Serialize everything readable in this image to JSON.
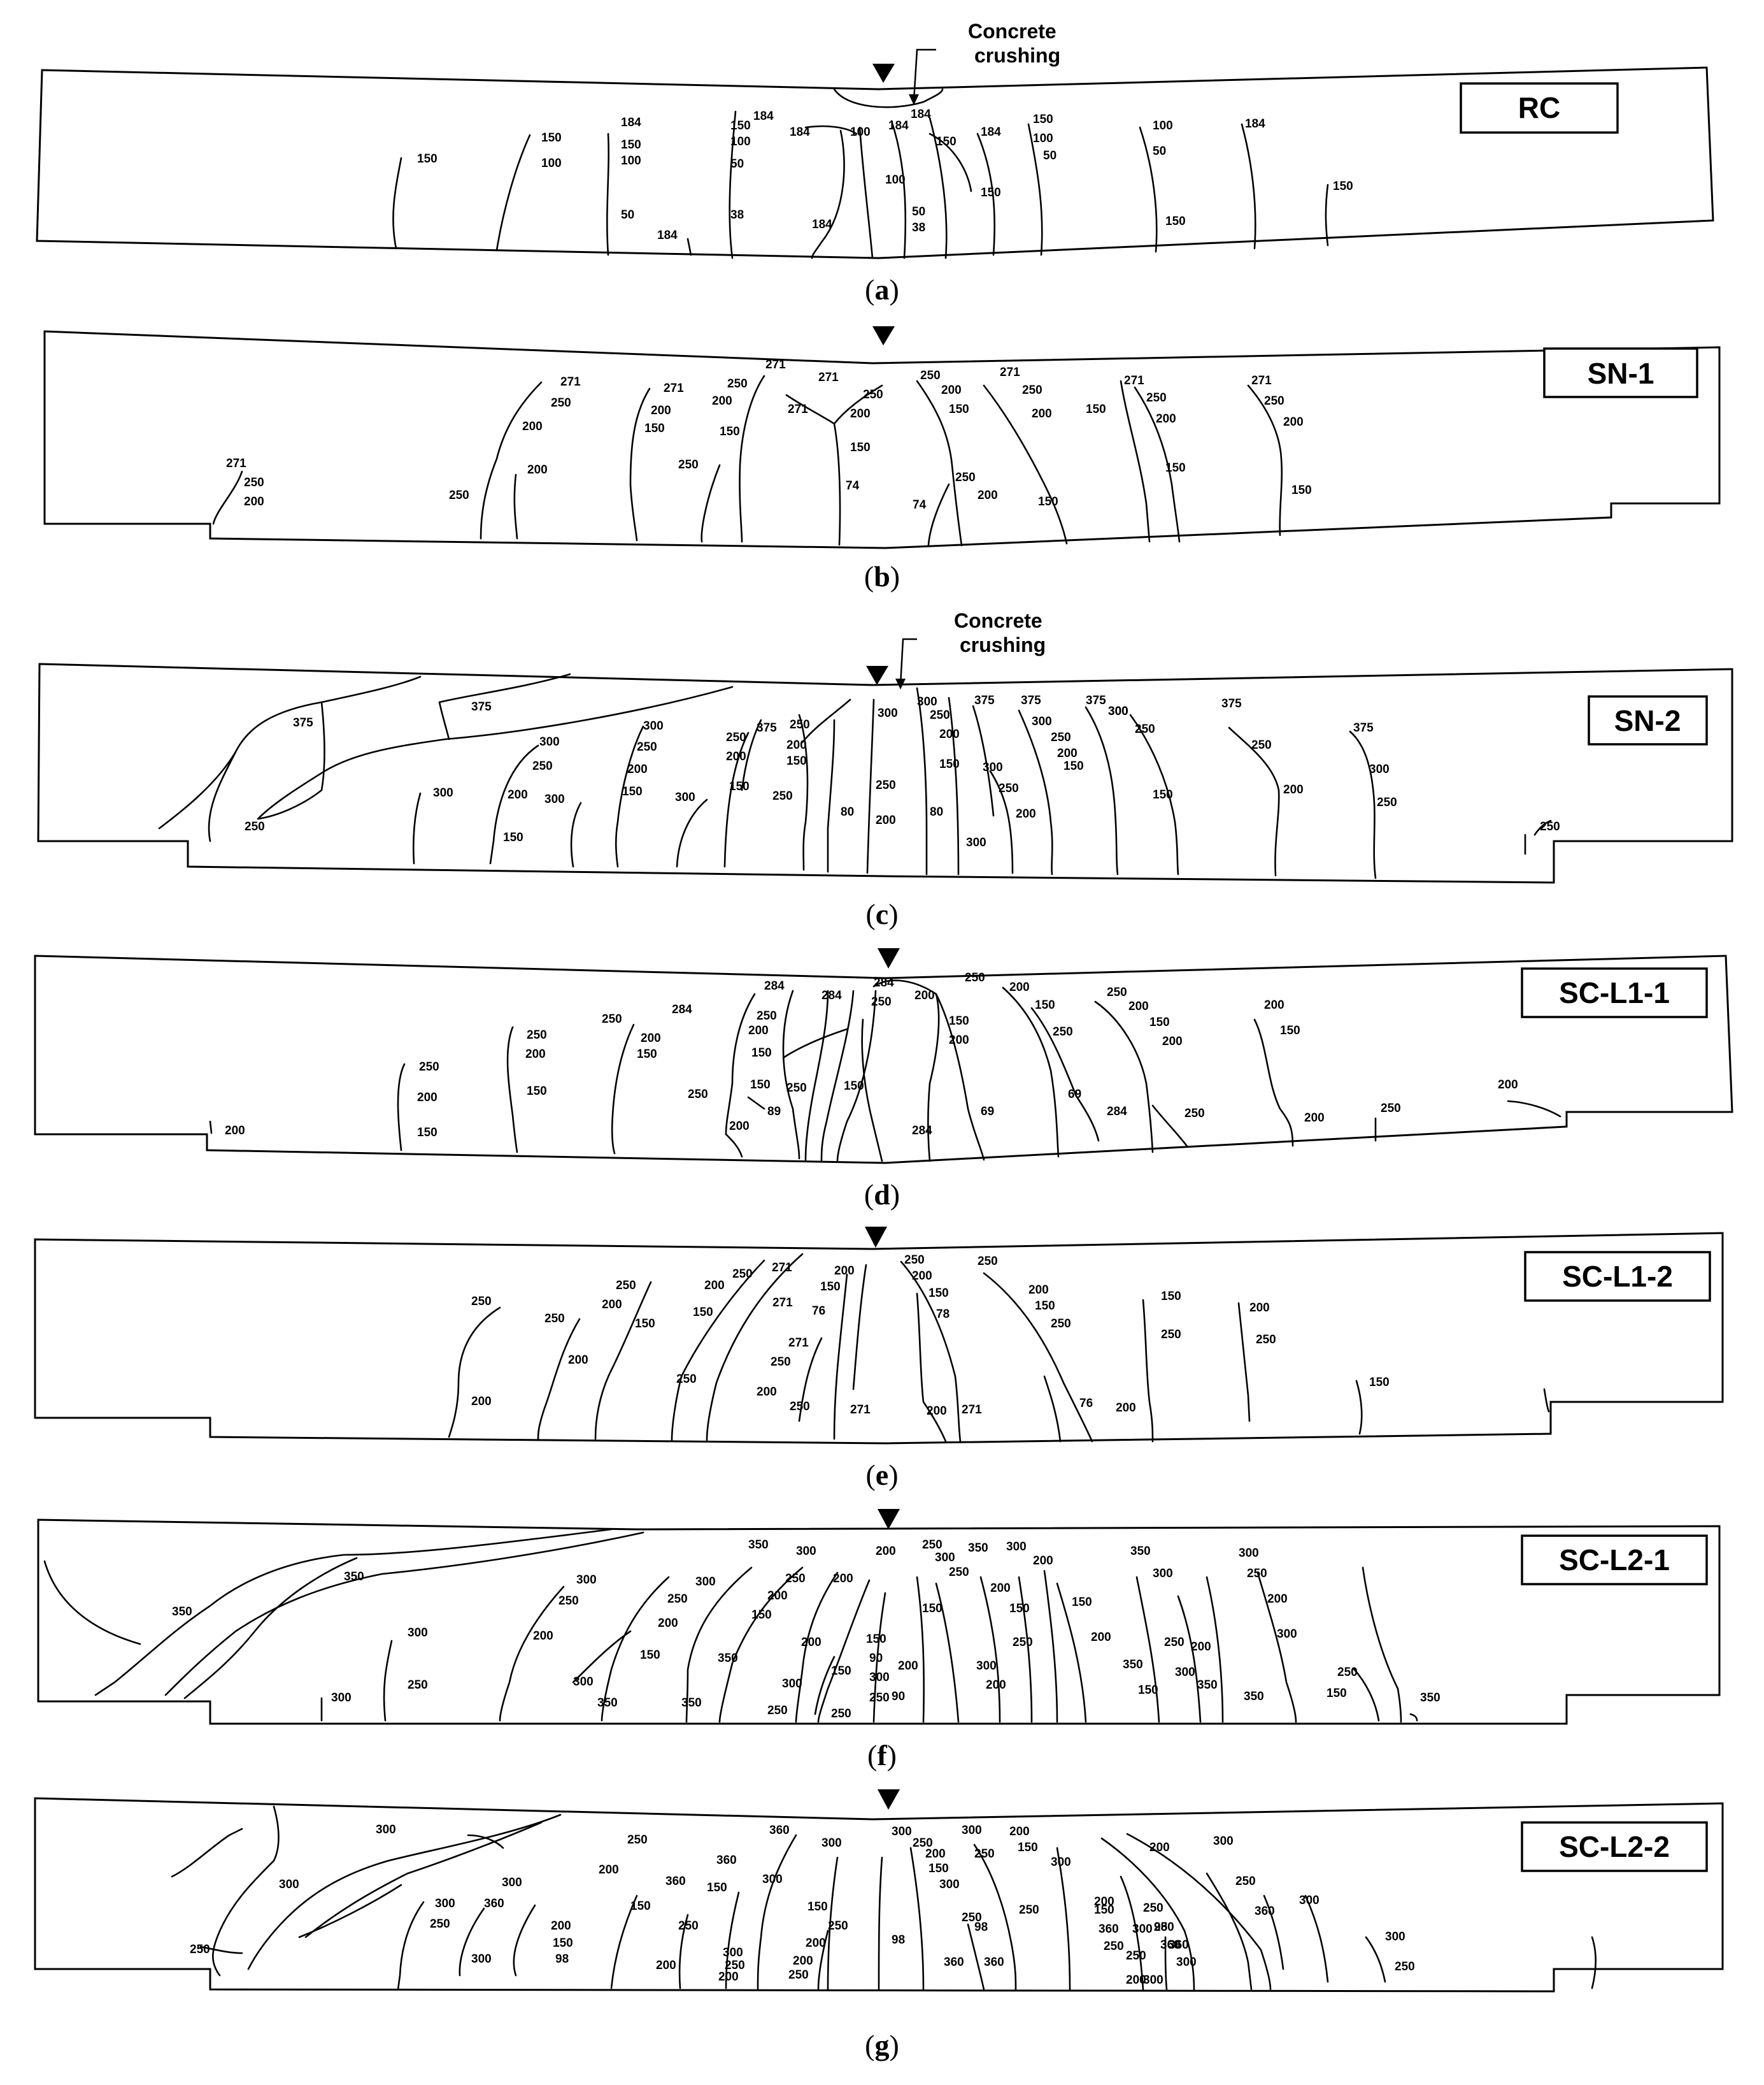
{
  "annotations": {
    "crushing_line1": "Concrete",
    "crushing_line2": "crushing"
  },
  "panels": [
    {
      "id": "a",
      "label": "a",
      "specimen": "RC",
      "crushing": true,
      "loads": [
        "150",
        "150",
        "100",
        "184",
        "150",
        "100",
        "50",
        "184",
        "150",
        "100",
        "50",
        "38",
        "184",
        "184",
        "100",
        "184",
        "150",
        "100",
        "50",
        "38",
        "184",
        "184",
        "150",
        "100",
        "50",
        "184",
        "150",
        "100",
        "50",
        "150",
        "184",
        "150"
      ]
    },
    {
      "id": "b",
      "label": "b",
      "specimen": "SN-1",
      "crushing": false,
      "loads": [
        "271",
        "250",
        "200",
        "271",
        "250",
        "200",
        "250",
        "200",
        "271",
        "200",
        "150",
        "250",
        "250",
        "200",
        "150",
        "271",
        "271",
        "271",
        "250",
        "200",
        "150",
        "74",
        "250",
        "200",
        "150",
        "74",
        "250",
        "200",
        "271",
        "250",
        "200",
        "150",
        "150",
        "271",
        "250",
        "200",
        "150",
        "271",
        "250",
        "200",
        "150"
      ]
    },
    {
      "id": "c",
      "label": "c",
      "specimen": "SN-2",
      "crushing": true,
      "loads": [
        "375",
        "375",
        "250",
        "300",
        "300",
        "250",
        "200",
        "150",
        "300",
        "300",
        "250",
        "200",
        "150",
        "300",
        "250",
        "200",
        "150",
        "375",
        "250",
        "200",
        "150",
        "250",
        "80",
        "300",
        "250",
        "200",
        "300",
        "250",
        "200",
        "150",
        "80",
        "375",
        "300",
        "250",
        "200",
        "300",
        "375",
        "300",
        "250",
        "200",
        "150",
        "300",
        "375",
        "300",
        "250",
        "150",
        "375",
        "250",
        "200",
        "375",
        "300",
        "250",
        "250"
      ]
    },
    {
      "id": "d",
      "label": "d",
      "specimen": "SC-L1-1",
      "crushing": false,
      "loads": [
        "200",
        "250",
        "200",
        "150",
        "250",
        "200",
        "150",
        "250",
        "284",
        "200",
        "150",
        "284",
        "250",
        "200",
        "150",
        "250",
        "150",
        "89",
        "200",
        "284",
        "250",
        "150",
        "284",
        "250",
        "200",
        "150",
        "200",
        "69",
        "284",
        "250",
        "200",
        "150",
        "250",
        "69",
        "284",
        "250",
        "200",
        "150",
        "200",
        "250",
        "200",
        "150",
        "200",
        "250",
        "200"
      ]
    },
    {
      "id": "e",
      "label": "e",
      "specimen": "SC-L1-2",
      "crushing": false,
      "loads": [
        "250",
        "200",
        "250",
        "200",
        "250",
        "200",
        "150",
        "250",
        "200",
        "150",
        "250",
        "271",
        "271",
        "271",
        "250",
        "200",
        "250",
        "200",
        "150",
        "76",
        "271",
        "250",
        "200",
        "150",
        "78",
        "200",
        "271",
        "250",
        "200",
        "150",
        "250",
        "76",
        "200",
        "150",
        "250",
        "200",
        "250",
        "150"
      ]
    },
    {
      "id": "f",
      "label": "f",
      "specimen": "SC-L2-1",
      "crushing": false,
      "loads": [
        "350",
        "350",
        "300",
        "300",
        "250",
        "300",
        "250",
        "200",
        "300",
        "300",
        "250",
        "200",
        "150",
        "350",
        "350",
        "300",
        "250",
        "200",
        "150",
        "350",
        "350",
        "300",
        "250",
        "200",
        "150",
        "250",
        "200",
        "200",
        "150",
        "90",
        "300",
        "250",
        "200",
        "90",
        "150",
        "250",
        "300",
        "250",
        "200",
        "150",
        "300",
        "200",
        "350",
        "300",
        "200",
        "150",
        "250",
        "200",
        "350",
        "350",
        "300",
        "250",
        "200",
        "150",
        "300",
        "350",
        "300",
        "250",
        "200",
        "300",
        "350",
        "250",
        "150",
        "350"
      ]
    },
    {
      "id": "g",
      "label": "g",
      "specimen": "SC-L2-2",
      "crushing": false,
      "loads": [
        "300",
        "300",
        "250",
        "300",
        "250",
        "360",
        "300",
        "300",
        "200",
        "150",
        "98",
        "250",
        "200",
        "150",
        "360",
        "150",
        "250",
        "200",
        "360",
        "250",
        "200",
        "300",
        "250",
        "200",
        "300",
        "360",
        "250",
        "200",
        "150",
        "300",
        "98",
        "360",
        "300",
        "250",
        "200",
        "150",
        "300",
        "250",
        "98",
        "360",
        "300",
        "250",
        "200",
        "150",
        "300",
        "250",
        "200",
        "150",
        "360",
        "300",
        "250",
        "200",
        "250",
        "250",
        "200",
        "98",
        "300",
        "360",
        "300",
        "250",
        "360",
        "300",
        "250",
        "360",
        "300",
        "300",
        "250"
      ]
    }
  ]
}
